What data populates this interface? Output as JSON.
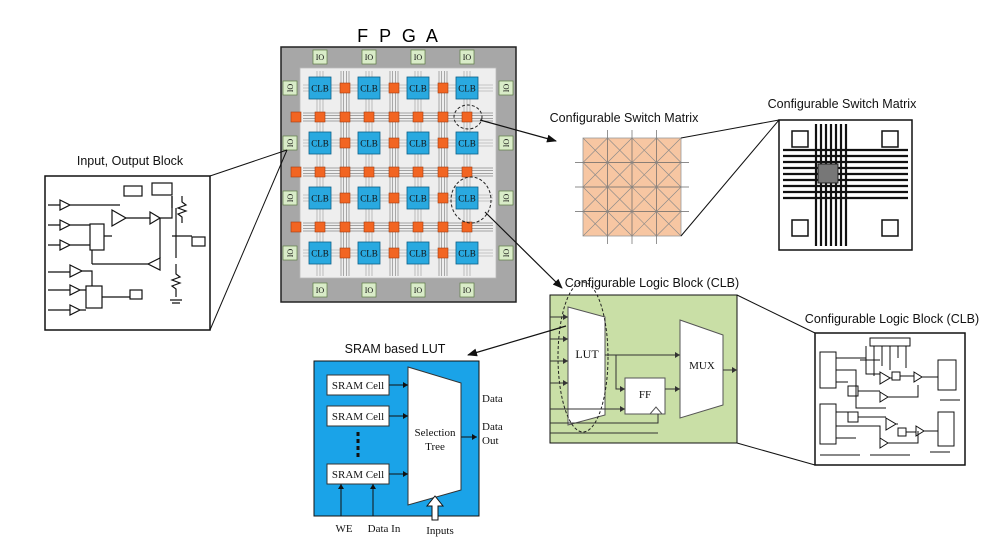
{
  "fpga": {
    "title": "F P G A",
    "io_label": "IO",
    "clb_label": "CLB"
  },
  "io_block": {
    "title": "Input, Output Block"
  },
  "switch_matrix_detail": {
    "title": "Configurable Switch Matrix"
  },
  "switch_matrix_zoom": {
    "title": "Configurable Switch Matrix"
  },
  "clb_detail": {
    "title": "Configurable Logic Block (CLB)",
    "lut_label": "LUT",
    "ff_label": "FF",
    "mux_label": "MUX"
  },
  "clb_zoom": {
    "title": "Configurable Logic Block (CLB)"
  },
  "sram_lut": {
    "title": "SRAM based LUT",
    "cell_label": "SRAM Cell",
    "selection_tree_line1": "Selection",
    "selection_tree_line2": "Tree",
    "data_label": "Data",
    "data_out_line1": "Data",
    "data_out_line2": "Out",
    "we_label": "WE",
    "data_in_label": "Data In",
    "inputs_label": "Inputs"
  },
  "colors": {
    "clb_blue": "#29a9e0",
    "switch_orange": "#f26522",
    "io_green": "#d9ecc8",
    "sram_blue": "#1aa3e8",
    "clb_panel_green": "#c9dfa6",
    "switch_matrix_fill": "#f7c6a2",
    "frame_gray": "#a7a7a7"
  }
}
